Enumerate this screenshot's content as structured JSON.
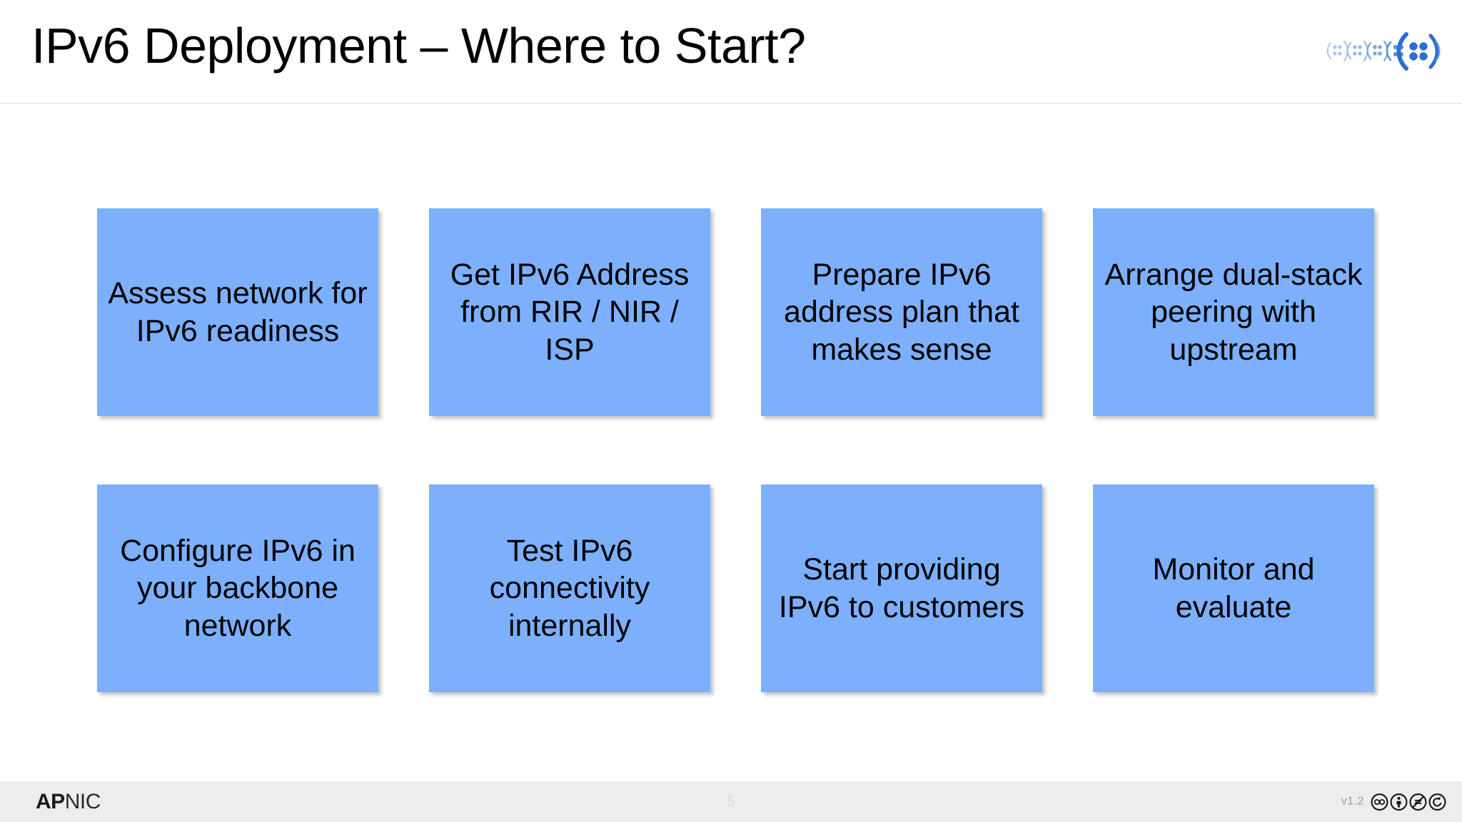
{
  "header": {
    "title": "IPv6 Deployment – Where to Start?",
    "logo_name": "apnic-dotted-logo"
  },
  "main": {
    "boxes": [
      {
        "id": "assess-network",
        "label": "Assess network for IPv6 readiness"
      },
      {
        "id": "get-address",
        "label": "Get IPv6 Address from RIR / NIR / ISP"
      },
      {
        "id": "address-plan",
        "label": "Prepare IPv6 address plan that makes sense"
      },
      {
        "id": "dual-stack-peering",
        "label": "Arrange dual-stack peering with upstream"
      },
      {
        "id": "configure-backbone",
        "label": "Configure IPv6 in your backbone network"
      },
      {
        "id": "test-connectivity",
        "label": "Test IPv6 connectivity internally"
      },
      {
        "id": "provide-customers",
        "label": "Start providing IPv6 to customers"
      },
      {
        "id": "monitor-evaluate",
        "label": "Monitor and evaluate"
      }
    ]
  },
  "footer": {
    "brand_bold": "AP",
    "brand_light": "NIC",
    "page_number": "5",
    "version": "v1.2",
    "license_badges": [
      "cc-icon",
      "cc-by-icon",
      "cc-nc-icon",
      "cc-sa-icon"
    ]
  },
  "colors": {
    "box_fill": "#7cb0fc",
    "footer_band": "#ededed",
    "page_background": "#ffffff",
    "title_text": "#000000",
    "logo_blue_light": "#8fb9e8",
    "logo_blue_dark": "#2a6fd4"
  }
}
